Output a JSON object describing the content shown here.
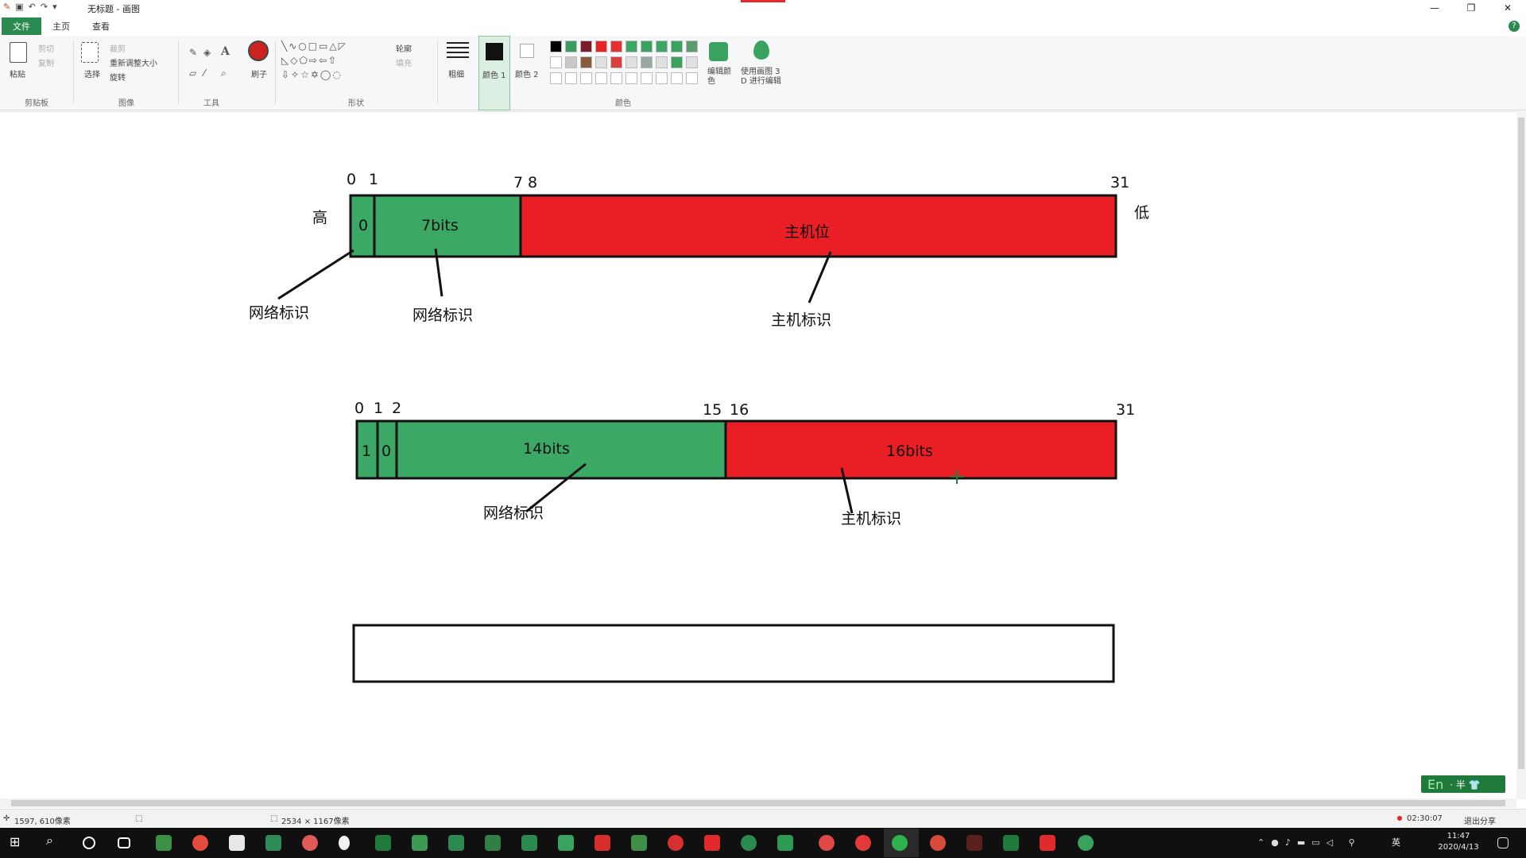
{
  "window": {
    "title": "无标题 - 画图",
    "controls": [
      "—",
      "❐",
      "✕"
    ]
  },
  "ribbon_tabs": [
    "文件",
    "主页",
    "查看"
  ],
  "ribbon": {
    "clipboard": {
      "paste": "粘贴",
      "cut": "剪切",
      "copy": "复制",
      "group": "剪贴板"
    },
    "image": {
      "select": "选择",
      "crop": "裁剪",
      "resize": "重新调整大小",
      "rotate": "旋转",
      "group": "图像"
    },
    "tools": {
      "group": "工具"
    },
    "brush": "刷子",
    "shapes": {
      "outline": "轮廓",
      "fill": "填充",
      "group": "形状"
    },
    "size": "粗细",
    "color1": "颜色 1",
    "color2": "颜色 2",
    "colors_group": "颜色",
    "edit_colors": "编辑颜色",
    "paint3d": "使用画图 3 D 进行编辑"
  },
  "palette": [
    "#000000",
    "#3a9d5e",
    "#7a1a2a",
    "#e82424",
    "#e83232",
    "#3fa764",
    "#3aa25f",
    "#3fa764",
    "#3aa25f",
    "#5c9b6c",
    "#ffffff",
    "#c8c8c8",
    "#8a5a3c",
    "#e0e0e0",
    "#d84040",
    "#e0e0e0",
    "#9aa79f",
    "#e0e0e0",
    "#3aa25f",
    "#e0e0e0"
  ],
  "diagram": {
    "bar1": {
      "left_label": "高",
      "right_label": "低",
      "nums": [
        "0",
        "1",
        "7",
        "8",
        "31"
      ],
      "cells": [
        "0",
        "7bits",
        "主机位"
      ],
      "annotations": [
        "网络标识",
        "网络标识",
        "主机标识"
      ]
    },
    "bar2": {
      "nums": [
        "0",
        "1",
        "2",
        "15",
        "16",
        "31"
      ],
      "cells": [
        "1",
        "0",
        "14bits",
        "16bits"
      ],
      "annotations": [
        "网络标识",
        "主机标识"
      ]
    },
    "colors": {
      "network": "#3ba866",
      "host": "#ea1e25"
    }
  },
  "ime": {
    "mode": "En",
    "extra": "· 半 👕"
  },
  "status": {
    "cursor_pos": "1597, 610像素",
    "canvas_size": "2534 × 1167像素",
    "recording_time": "02:30:07",
    "exit_share": "退出分享"
  },
  "taskbar": {
    "time": "11:47",
    "date": "2020/4/13",
    "lang": "英"
  }
}
